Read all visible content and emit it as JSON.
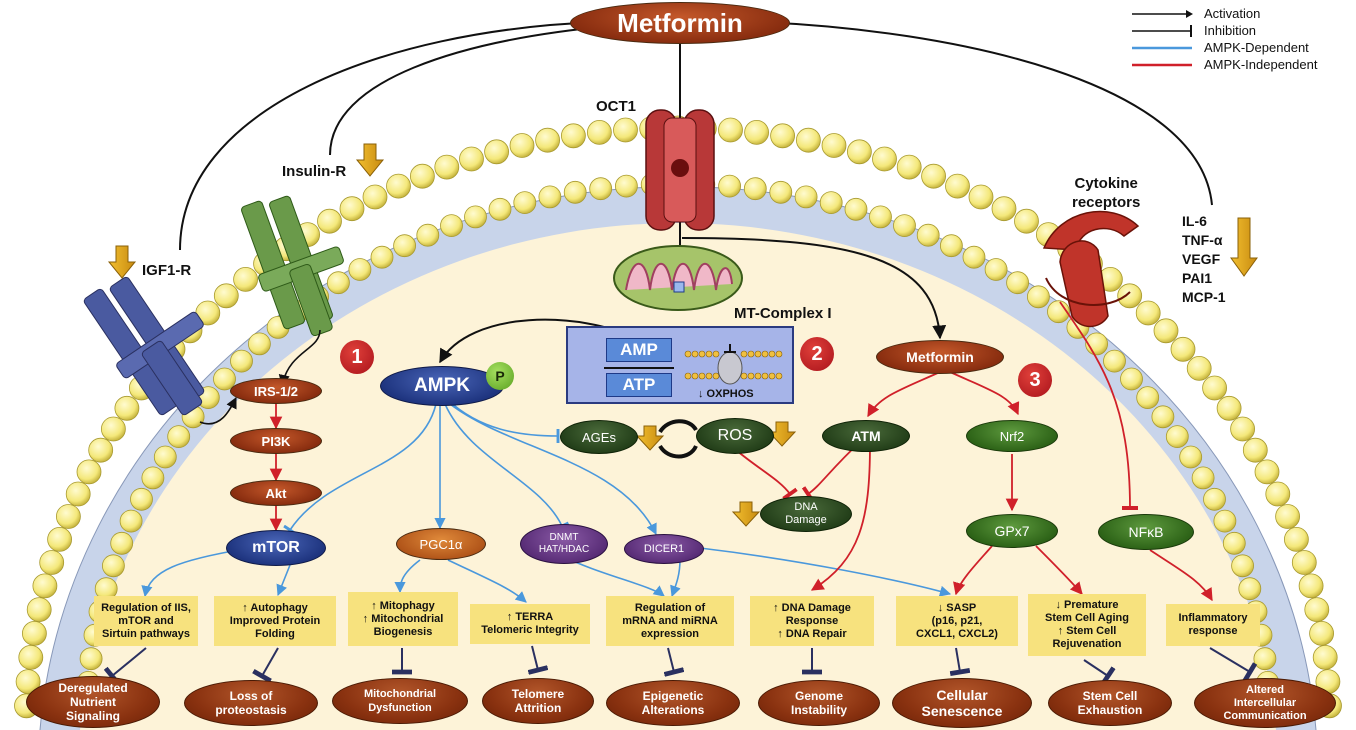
{
  "title": "Metformin",
  "legend": {
    "activation": "Activation",
    "inhibition": "Inhibition",
    "ampk_dependent": "AMPK-Dependent",
    "ampk_independent": "AMPK-Independent"
  },
  "membrane_labels": {
    "oct1": "OCT1",
    "insulin_r": "Insulin-R",
    "igf1_r": "IGF1-R",
    "cytokine": "Cytokine\nreceptors",
    "mt_complex": "MT-Complex I"
  },
  "cytokines": [
    "IL-6",
    "TNF-α",
    "VEGF",
    "PAI1",
    "MCP-1"
  ],
  "nodes": {
    "irs": "IRS-1/2",
    "pi3k": "PI3K",
    "akt": "Akt",
    "mtor": "mTOR",
    "ampk": "AMPK",
    "p": "P",
    "amp": "AMP",
    "atp": "ATP",
    "oxphos": "↓ OXPHOS",
    "ages": "AGEs",
    "ros": "ROS",
    "dna_damage": "DNA\nDamage",
    "metformin2": "Metformin",
    "atm": "ATM",
    "nrf2": "Nrf2",
    "gpx7": "GPx7",
    "nfkb": "NFκB",
    "pgc1a": "PGC1α",
    "dnmt": "DNMT\nHAT/HDAC",
    "dicer1": "DICER1"
  },
  "numbers": [
    "1",
    "2",
    "3"
  ],
  "boxes": [
    "Regulation of IIS,\nmTOR and\nSirtuin pathways",
    "↑ Autophagy\nImproved Protein\nFolding",
    "↑ Mitophagy\n↑ Mitochondrial\nBiogenesis",
    "↑ TERRA\nTelomeric Integrity",
    "Regulation of\nmRNA and miRNA\nexpression",
    "↑ DNA Damage\nResponse\n↑ DNA Repair",
    "↓ SASP\n(p16, p21,\nCXCL1, CXCL2)",
    "↓ Premature\nStem Cell Aging\n↑ Stem Cell\nRejuvenation",
    "Inflammatory\nresponse"
  ],
  "outcomes": [
    "Deregulated\nNutrient\nSignaling",
    "Loss of\nproteostasis",
    "Mitochondrial\nDysfunction",
    "Telomere\nAttrition",
    "Epigenetic\nAlterations",
    "Genome\nInstability",
    "Cellular\nSenescence",
    "Stem Cell\nExhaustion",
    "Altered\nIntercellular\nCommunication"
  ],
  "colors": {
    "ampk_dependent": "#5aa0e0",
    "ampk_independent": "#d0202a",
    "activation": "#000000",
    "cytoplasm": "#fdf3d8",
    "lipid_head": "#f6ec8a",
    "box": "#f7e27e",
    "outcome": "#8a3210"
  }
}
